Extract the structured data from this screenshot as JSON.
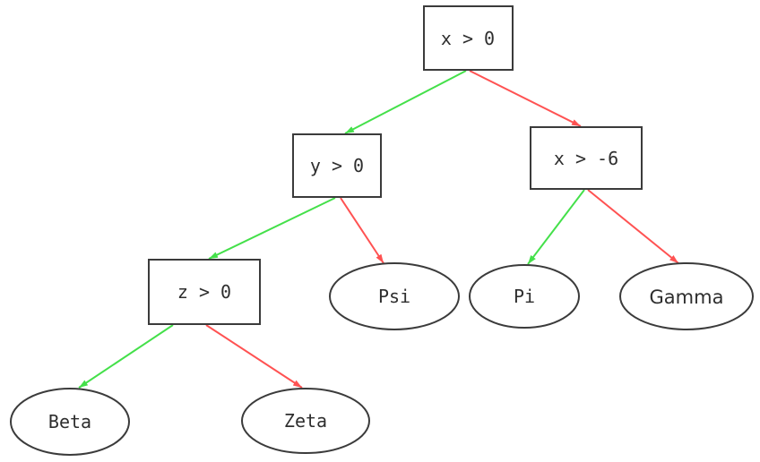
{
  "diagram": {
    "kind": "decision-tree",
    "colors": {
      "true_edge": "#44e04a",
      "false_edge": "#ff5252",
      "node_border": "#3b3b3b",
      "node_fill": "#ffffff",
      "label_text": "#2e2e2e",
      "background": "#ffffff"
    },
    "nodes": {
      "root": {
        "label": "x > 0",
        "shape": "box",
        "role": "decision"
      },
      "y_gt_0": {
        "label": "y > 0",
        "shape": "box",
        "role": "decision"
      },
      "x_gt_neg6": {
        "label": "x > -6",
        "shape": "box",
        "role": "decision"
      },
      "z_gt_0": {
        "label": "z > 0",
        "shape": "box",
        "role": "decision"
      },
      "psi": {
        "label": "Psi",
        "shape": "ellipse",
        "role": "leaf"
      },
      "pi": {
        "label": "Pi",
        "shape": "ellipse",
        "role": "leaf"
      },
      "gamma": {
        "label": "Gamma",
        "shape": "ellipse",
        "role": "leaf"
      },
      "beta": {
        "label": "Beta",
        "shape": "ellipse",
        "role": "leaf"
      },
      "zeta": {
        "label": "Zeta",
        "shape": "ellipse",
        "role": "leaf"
      }
    },
    "edges": [
      {
        "from": "x > 0",
        "to": "y > 0",
        "branch": "true",
        "color": "green"
      },
      {
        "from": "x > 0",
        "to": "x > -6",
        "branch": "false",
        "color": "red"
      },
      {
        "from": "y > 0",
        "to": "z > 0",
        "branch": "true",
        "color": "green"
      },
      {
        "from": "y > 0",
        "to": "Psi",
        "branch": "false",
        "color": "red"
      },
      {
        "from": "x > -6",
        "to": "Pi",
        "branch": "true",
        "color": "green"
      },
      {
        "from": "x > -6",
        "to": "Gamma",
        "branch": "false",
        "color": "red"
      },
      {
        "from": "z > 0",
        "to": "Beta",
        "branch": "true",
        "color": "green"
      },
      {
        "from": "z > 0",
        "to": "Zeta",
        "branch": "false",
        "color": "red"
      }
    ]
  }
}
